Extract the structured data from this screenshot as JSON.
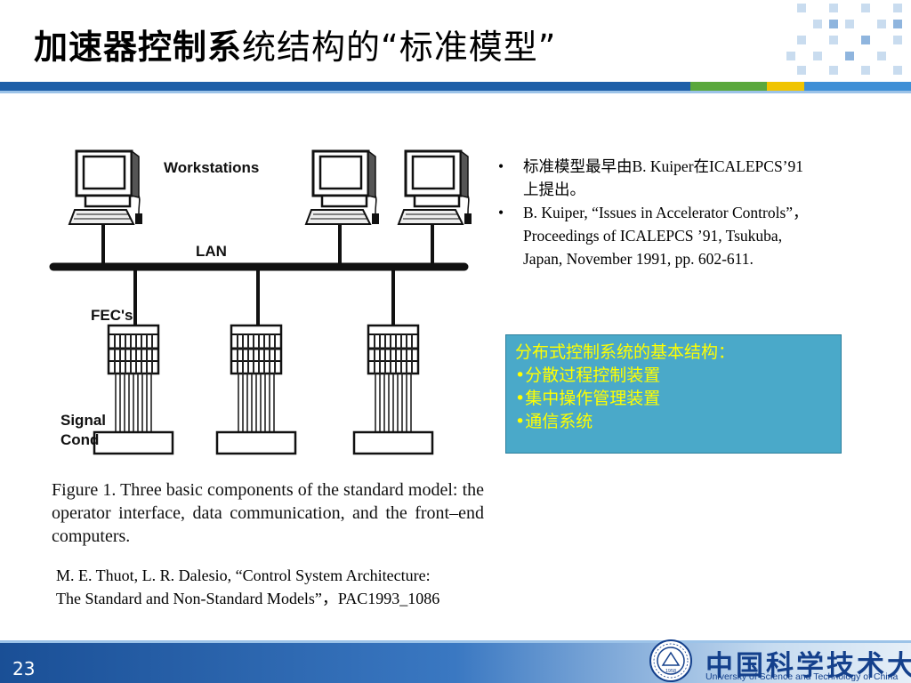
{
  "slide": {
    "title_bold": "加速器控制系",
    "title_rest": "统结构的“标准模型”",
    "page_number": "23"
  },
  "figure": {
    "workstations_label": "Workstations",
    "lan_label": "LAN",
    "fecs_label": "FEC's",
    "signal_label_1": "Signal",
    "signal_label_2": "Cond",
    "caption": "Figure 1. Three basic components of the standard model: the operator interface, data communication, and the front–end computers."
  },
  "citation": "M. E. Thuot, L. R. Dalesio, “Control System Architecture: The Standard and Non-Standard Models”，PAC1993_1086",
  "references": [
    "标准模型最早由B. Kuiper在ICALEPCS’91上提出。",
    "B. Kuiper, “Issues in Accelerator Controls”，Proceedings of ICALEPCS ’91, Tsukuba, Japan, November 1991, pp. 602-611."
  ],
  "bullet_char": "•",
  "info_box": {
    "heading": "分布式控制系统的基本结构：",
    "items": [
      "•分散过程控制装置",
      "•集中操作管理装置",
      "•通信系统"
    ],
    "background": "#4aa9c9",
    "text_color": "#ffff00"
  },
  "university": {
    "name_cn": "中国科学技术大学",
    "name_en": "University of  Science and Technology of China",
    "emblem_text": "1958"
  },
  "colors": {
    "bar_blue": "#1e5fa8",
    "bar_green": "#5aa83c",
    "bar_yellow": "#f0c400",
    "logo_blue": "#14408c"
  }
}
